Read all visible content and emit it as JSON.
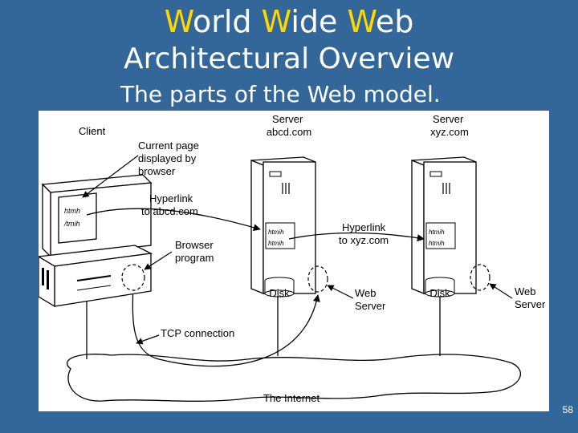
{
  "title": {
    "line1": [
      {
        "text": "W",
        "hl": true
      },
      {
        "text": "orld ",
        "hl": false
      },
      {
        "text": "W",
        "hl": true
      },
      {
        "text": "ide ",
        "hl": false
      },
      {
        "text": "W",
        "hl": true
      },
      {
        "text": "eb",
        "hl": false
      }
    ],
    "line2": "Architectural Overview"
  },
  "subtitle": "The parts of the Web model.",
  "page_number": "58",
  "colors": {
    "background": "#336699",
    "highlight": "#ffd800",
    "text": "#ffffff"
  },
  "diagram": {
    "client": "Client",
    "current_page": [
      "Current page",
      "displayed by",
      "browser"
    ],
    "hyperlink_abcd": [
      "Hyperlink",
      "to abcd.com"
    ],
    "browser_program": [
      "Browser",
      "program"
    ],
    "server_abcd": [
      "Server",
      "abcd.com"
    ],
    "server_xyz": [
      "Server",
      "xyz.com"
    ],
    "hyperlink_xyz": [
      "Hyperlink",
      "to xyz.com"
    ],
    "disk_label": "Disk",
    "web_server_1": [
      "Web",
      "Server"
    ],
    "web_server_2": [
      "Web",
      "Server"
    ],
    "tcp_connection": "TCP connection",
    "internet": "The Internet"
  }
}
